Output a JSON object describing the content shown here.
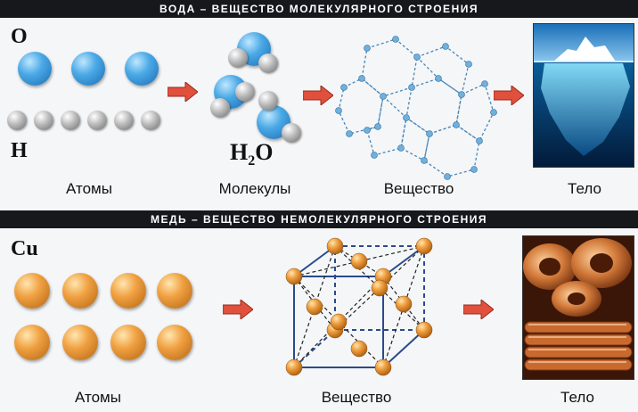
{
  "water": {
    "banner": "ВОДА  –  ВЕЩЕСТВО МОЛЕКУЛЯРНОГО СТРОЕНИЯ",
    "symbol_o": "O",
    "symbol_h": "H",
    "formula_main": "H",
    "formula_sub": "2",
    "formula_end": "O",
    "captions": [
      "Атомы",
      "Молекулы",
      "Вещество",
      "Тело"
    ]
  },
  "copper": {
    "banner": "МЕДЬ  –  ВЕЩЕСТВО НЕМОЛЕКУЛЯРНОГО СТРОЕНИЯ",
    "symbol": "Cu",
    "captions": [
      "Атомы",
      "Вещество",
      "Тело"
    ]
  },
  "colors": {
    "oxygen": "#3b9be0",
    "hydrogen": "#b5b5b5",
    "copper": "#e8963a",
    "arrow": "#e0503c"
  }
}
